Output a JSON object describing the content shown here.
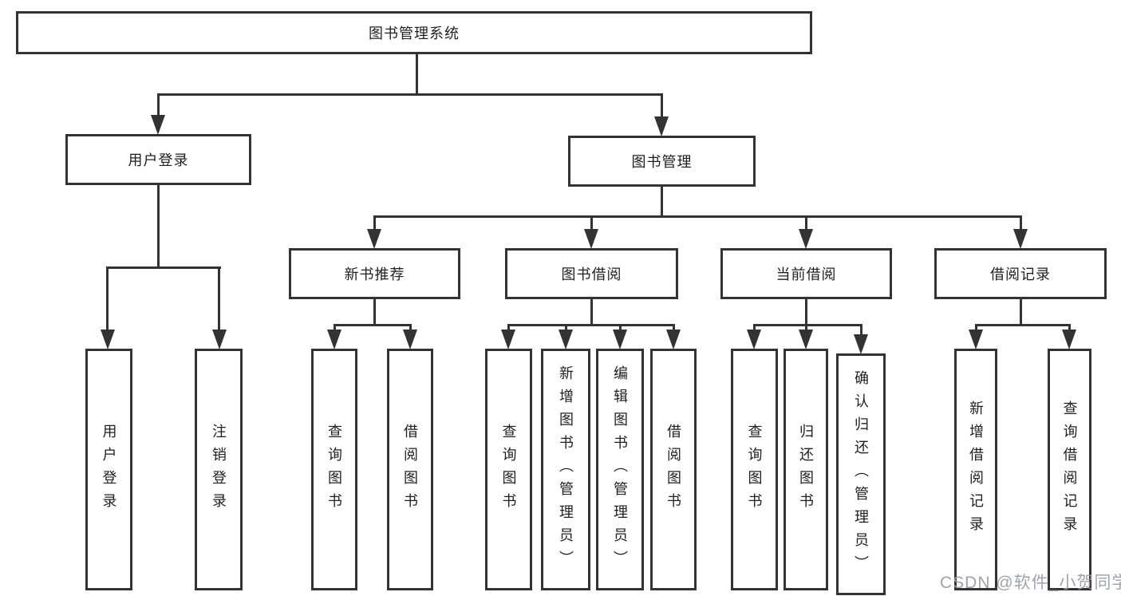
{
  "diagram": {
    "root": {
      "label": "图书管理系统"
    },
    "level2": [
      {
        "label": "用户登录",
        "children": [
          {
            "label": "用户登录"
          },
          {
            "label": "注销登录"
          }
        ]
      },
      {
        "label": "图书管理",
        "children": [
          {
            "label": "新书推荐",
            "children": [
              {
                "label": "查询图书"
              },
              {
                "label": "借阅图书"
              }
            ]
          },
          {
            "label": "图书借阅",
            "children": [
              {
                "label": "查询图书"
              },
              {
                "label": "新增图书（管理员）"
              },
              {
                "label": "编辑图书（管理员）"
              },
              {
                "label": "借阅图书"
              }
            ]
          },
          {
            "label": "当前借阅",
            "children": [
              {
                "label": "查询图书"
              },
              {
                "label": "归还图书"
              },
              {
                "label": "确认归还（管理员）"
              }
            ]
          },
          {
            "label": "借阅记录",
            "children": [
              {
                "label": "新增借阅记录"
              },
              {
                "label": "查询借阅记录"
              }
            ]
          }
        ]
      }
    ]
  },
  "watermark": {
    "text": "CSDN @软件_小贺同学"
  },
  "colors": {
    "line": "#333333",
    "box_background": "#ffffff",
    "text": "#1f1f1f",
    "watermark": "#959ba3"
  }
}
